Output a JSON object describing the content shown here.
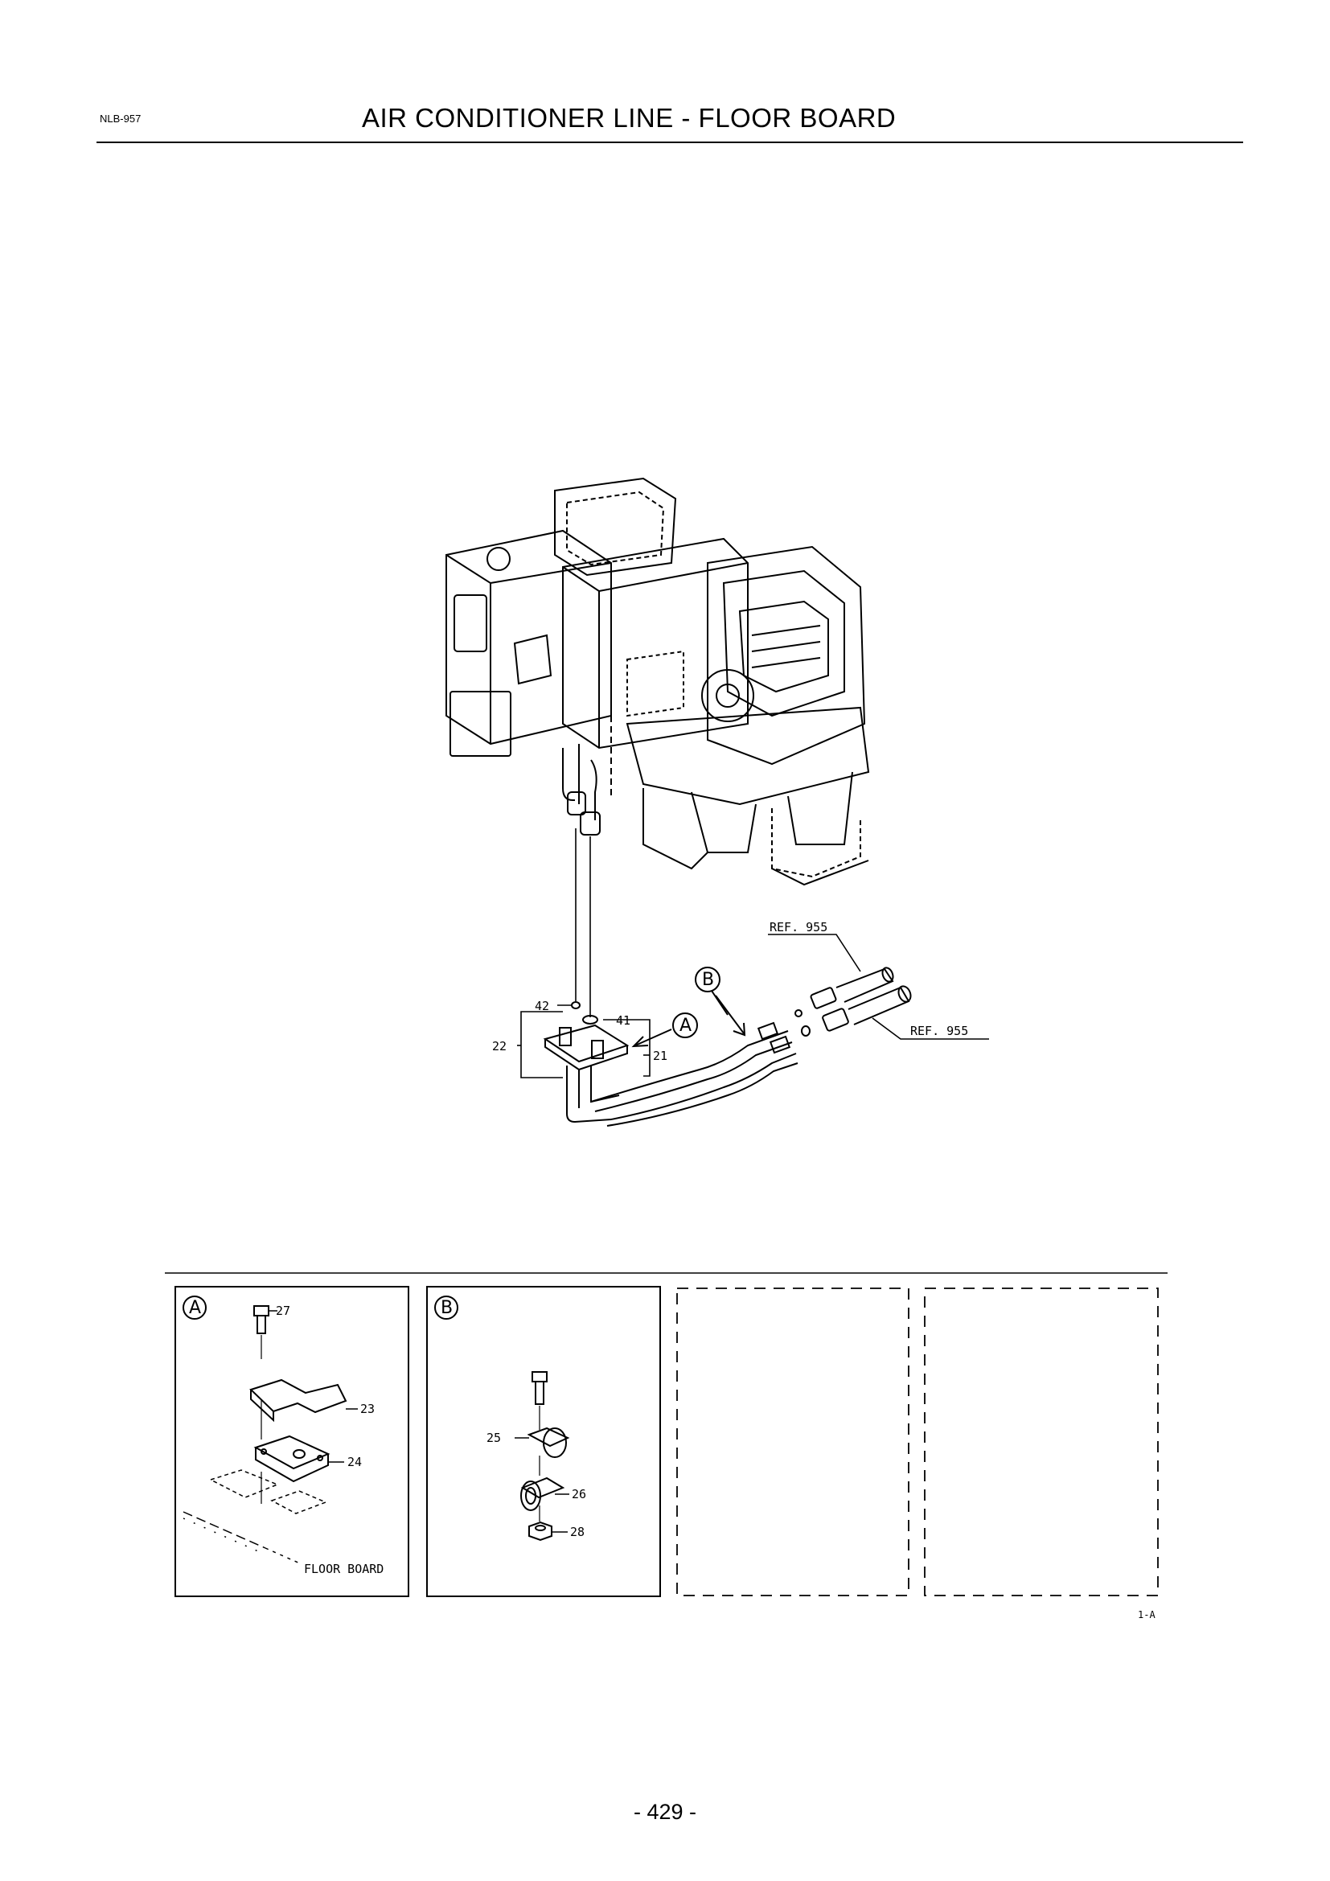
{
  "header": {
    "code": "NLB-957",
    "title": "AIR CONDITIONER LINE - FLOOR BOARD"
  },
  "main": {
    "ref_top": "REF. 955",
    "ref_bottom": "REF. 955",
    "callouts": {
      "c42": "42",
      "c41": "41",
      "c22": "22",
      "c21": "21"
    },
    "view_a_marker": "A",
    "view_b_marker": "B"
  },
  "detail_a": {
    "marker": "A",
    "c27": "27",
    "c23": "23",
    "c24": "24",
    "floor_label": "FLOOR BOARD"
  },
  "detail_b": {
    "marker": "B",
    "c25": "25",
    "c26": "26",
    "c28": "28"
  },
  "corner_note": "1-A",
  "footer": {
    "page_number": "- 429 -"
  }
}
